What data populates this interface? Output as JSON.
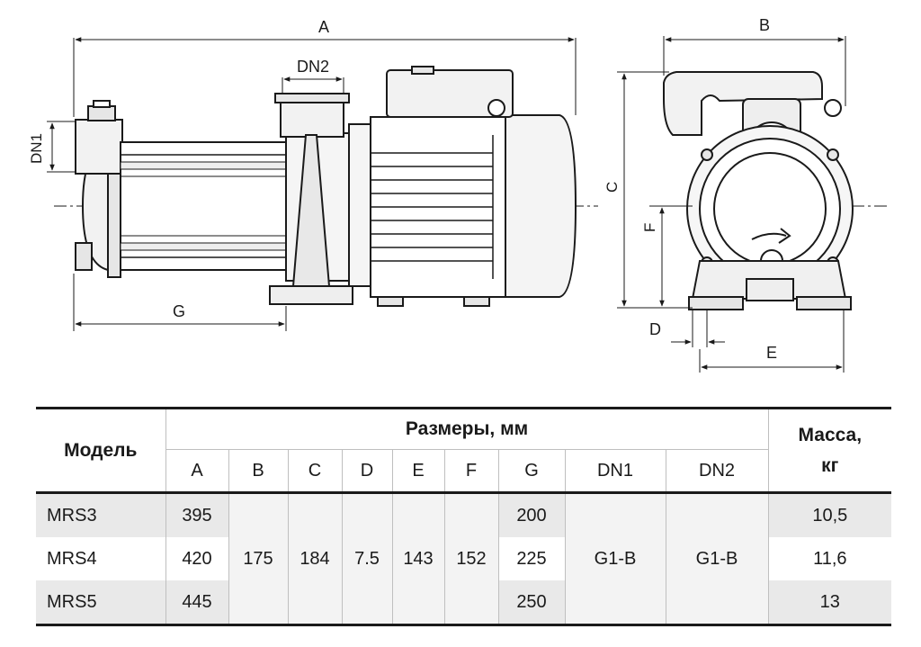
{
  "drawing": {
    "labels": {
      "A": "A",
      "B": "B",
      "C": "C",
      "D": "D",
      "E": "E",
      "F": "F",
      "G": "G",
      "DN1": "DN1",
      "DN2": "DN2"
    },
    "flow_arrow_icon": "rotation-arrow-icon"
  },
  "table": {
    "model_header": "Модель",
    "dims_header": "Размеры, мм",
    "mass_header": "Масса, кг",
    "columns": [
      "A",
      "B",
      "C",
      "D",
      "E",
      "F",
      "G",
      "DN1",
      "DN2"
    ],
    "rows": [
      {
        "model": "MRS3",
        "A": "395",
        "G": "200",
        "mass": "10,5"
      },
      {
        "model": "MRS4",
        "A": "420",
        "G": "225",
        "mass": "11,6"
      },
      {
        "model": "MRS5",
        "A": "445",
        "G": "250",
        "mass": "13"
      }
    ],
    "shared": {
      "B": "175",
      "C": "184",
      "D": "7.5",
      "E": "143",
      "F": "152",
      "DN1": "G1-B",
      "DN2": "G1-B"
    }
  }
}
